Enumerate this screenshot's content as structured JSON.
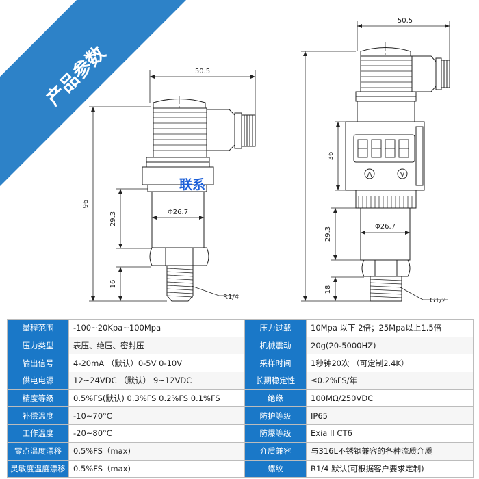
{
  "banner": {
    "text": "产品参数",
    "color": "#2d82c8"
  },
  "watermark": {
    "text": "联系",
    "color": "#1c5fd8"
  },
  "left_drawing": {
    "top_width": "50.5",
    "diameter": "Φ26.7",
    "height_total": "96",
    "height_mid": "29.3",
    "height_thread": "16",
    "thread": "R1/4"
  },
  "right_drawing": {
    "top_width": "50.5",
    "height_display": "36",
    "diameter": "Φ26.7",
    "height_mid": "29.3",
    "height_thread": "18",
    "thread": "G1/2",
    "button_up": "Λ",
    "button_v": "V"
  },
  "spec_colors": {
    "label_bg": "#1a78c8",
    "label_text": "#ffffff"
  },
  "specs": [
    {
      "label1": "量程范围",
      "value1": "-100~20Kpa~100Mpa",
      "label2": "压力过载",
      "value2": "10Mpa 以下 2倍；25Mpa以上1.5倍"
    },
    {
      "label1": "压力类型",
      "value1": "表压、绝压、密封压",
      "label2": "机械震动",
      "value2": "20g(20-5000HZ)"
    },
    {
      "label1": "输出信号",
      "value1": "4-20mA （默认）0-5V 0-10V",
      "label2": "采样时间",
      "value2": "1秒钟20次 （可定制2.4K）"
    },
    {
      "label1": "供电电源",
      "value1": "12~24VDC （默认） 9~12VDC",
      "label2": "长期稳定性",
      "value2": "≤0.2%FS/年"
    },
    {
      "label1": "精度等级",
      "value1": "0.5%FS(默认) 0.3%FS 0.2%FS 0.1%FS",
      "label2": "绝缘",
      "value2": "100MΩ/250VDC"
    },
    {
      "label1": "补偿温度",
      "value1": "-10~70°C",
      "label2": "防护等级",
      "value2": "IP65"
    },
    {
      "label1": "工作温度",
      "value1": "-20~80°C",
      "label2": "防爆等级",
      "value2": "Exia II CT6"
    },
    {
      "label1": "零点温度漂移",
      "value1": "0.5%FS（max)",
      "label2": "介质兼容",
      "value2": "与316L不锈钢兼容的各种流质介质"
    },
    {
      "label1": "灵敏度温度漂移",
      "value1": "0.5%FS（max)",
      "label2": "螺纹",
      "value2": "R1/4 默认(可根据客户要求定制)"
    }
  ]
}
